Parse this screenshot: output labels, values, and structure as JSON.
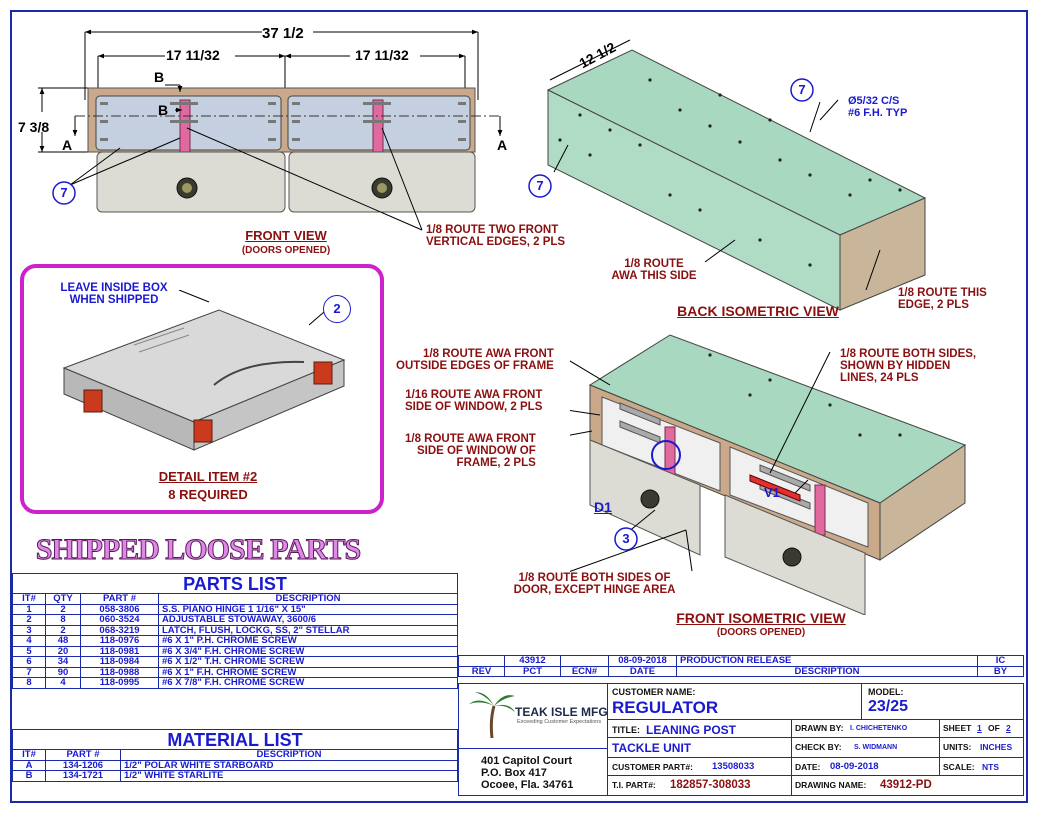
{
  "front_view": {
    "dim_overall": "37 1/2",
    "dim_left": "17 11/32",
    "dim_right": "17 11/32",
    "dim_height": "7 3/8",
    "section_b": "B",
    "section_a": "A",
    "balloon": "7",
    "title": "FRONT VIEW",
    "subtitle": "(DOORS OPENED)",
    "note_route_front": "1/8 ROUTE TWO FRONT\nVERTICAL EDGES, 2 PLS"
  },
  "back_iso": {
    "dim_depth": "12 1/2",
    "balloon_a": "7",
    "balloon_b": "7",
    "note_cs": "Ø5/32 C/S\n#6 F.H. TYP",
    "note_awa": "1/8 ROUTE\nAWA THIS SIDE",
    "note_edge": "1/8 ROUTE THIS\nEDGE, 2 PLS",
    "title": "BACK ISOMETRIC VIEW"
  },
  "detail": {
    "note_leave": "LEAVE INSIDE BOX\nWHEN SHIPPED",
    "balloon": "2",
    "title": "DETAIL ITEM #2",
    "qty": "8 REQUIRED"
  },
  "front_iso": {
    "note_outside": "1/8 ROUTE AWA FRONT\nOUTSIDE EDGES OF FRAME",
    "note_window": "1/16 ROUTE AWA FRONT\nSIDE OF WINDOW, 2 PLS",
    "note_window_frame": "1/8 ROUTE AWA FRONT\nSIDE OF WINDOW OF\nFRAME, 2 PLS",
    "note_both": "1/8 ROUTE BOTH SIDES,\nSHOWN BY HIDDEN\nLINES, 24 PLS",
    "note_door": "1/8 ROUTE BOTH SIDES OF\nDOOR, EXCEPT HINGE AREA",
    "label_d1": "D1",
    "label_v1": "V1",
    "balloon": "3",
    "title": "FRONT ISOMETRIC VIEW",
    "subtitle": "(DOORS OPENED)"
  },
  "shipped_loose": "SHIPPED LOOSE PARTS",
  "parts_list": {
    "title": "PARTS LIST",
    "headers": [
      "IT#",
      "QTY",
      "PART #",
      "DESCRIPTION"
    ],
    "rows": [
      [
        "1",
        "2",
        "058-3806",
        "S.S. PIANO HINGE 1 1/16\" X 15\""
      ],
      [
        "2",
        "8",
        "060-3524",
        "ADJUSTABLE STOWAWAY, 3600/6"
      ],
      [
        "3",
        "2",
        "068-3219",
        "LATCH, FLUSH, LOCKG, SS, 2\" STELLAR"
      ],
      [
        "4",
        "48",
        "118-0976",
        "#6 X 1\" P.H. CHROME SCREW"
      ],
      [
        "5",
        "20",
        "118-0981",
        "#6 X 3/4\" F.H. CHROME SCREW"
      ],
      [
        "6",
        "34",
        "118-0984",
        "#6 X 1/2\" T.H. CHROME SCREW"
      ],
      [
        "7",
        "90",
        "118-0988",
        "#6 X 1\" F.H. CHROME SCREW"
      ],
      [
        "8",
        "4",
        "118-0995",
        "#6 X 7/8\" F.H. CHROME SCREW"
      ]
    ]
  },
  "material_list": {
    "title": "MATERIAL LIST",
    "headers": [
      "IT#",
      "PART #",
      "DESCRIPTION"
    ],
    "rows": [
      [
        "A",
        "134-1206",
        "1/2\" POLAR WHITE STARBOARD"
      ],
      [
        "B",
        "134-1721",
        "1/2\" WHITE STARLITE"
      ]
    ]
  },
  "revision": {
    "row": [
      "",
      "43912",
      "",
      "08-09-2018",
      "PRODUCTION RELEASE",
      "IC"
    ],
    "headers": [
      "REV",
      "PCT",
      "ECN#",
      "DATE",
      "DESCRIPTION",
      "BY"
    ]
  },
  "title_block": {
    "company": "TEAK ISLE MFG",
    "tagline": "Exceeding Customer Expectations",
    "address": [
      "401 Capitol Court",
      "P.O. Box 417",
      "Ocoee, Fla. 34761"
    ],
    "customer_name_label": "CUSTOMER NAME:",
    "customer_name": "REGULATOR",
    "model_label": "MODEL:",
    "model": "23/25",
    "title_label": "TITLE:",
    "title_line1": "LEANING POST",
    "title_line2": "TACKLE UNIT",
    "drawn_by_label": "DRAWN BY:",
    "drawn_by": "I. CHICHETENKO",
    "sheet_label": "SHEET",
    "sheet_num": "1",
    "of_label": "OF",
    "sheet_total": "2",
    "check_by_label": "CHECK BY:",
    "check_by": "S. WIDMANN",
    "units_label": "UNITS:",
    "units": "INCHES",
    "customer_part_label": "CUSTOMER PART#:",
    "customer_part": "13508033",
    "date_label": "DATE:",
    "date": "08-09-2018",
    "scale_label": "SCALE:",
    "scale": "NTS",
    "ti_part_label": "T.I. PART#:",
    "ti_part": "182857-308033",
    "drawing_name_label": "DRAWING NAME:",
    "drawing_name": "43912-PD"
  },
  "colors": {
    "border": "#1b2aa8",
    "text_blue": "#1a1ad0",
    "text_red": "#8a1010",
    "frame_tan": "#c9a98a",
    "panel_green": "#a8d8c0",
    "window": "#c4cfe0",
    "door": "#dcdcd4",
    "magenta": "#cc22cc"
  }
}
